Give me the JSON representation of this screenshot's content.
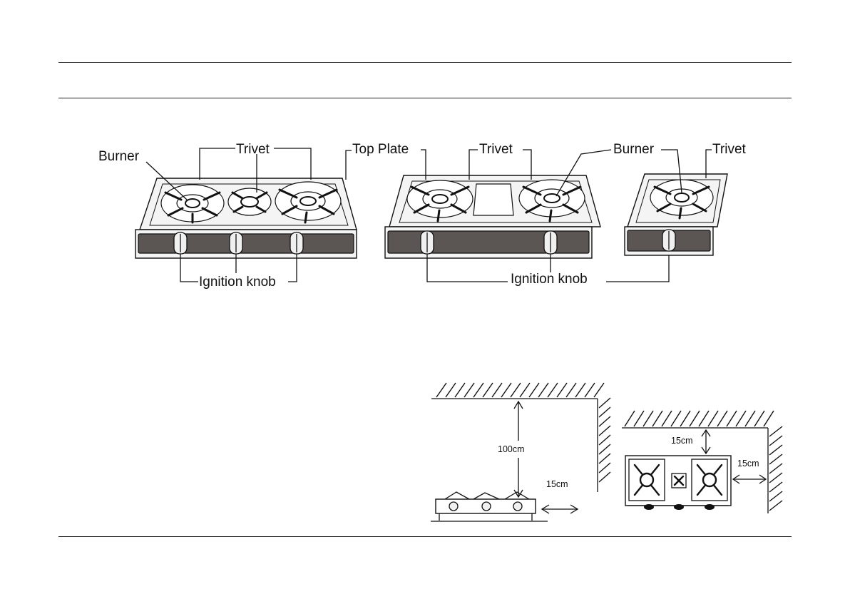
{
  "labels": {
    "burner_left": "Burner",
    "trivet_left": "Trivet",
    "top_plate": "Top Plate",
    "trivet_middle": "Trivet",
    "burner_right": "Burner",
    "trivet_right": "Trivet",
    "ignition_knob_left": "Ignition knob",
    "ignition_knob_right": "Ignition knob"
  },
  "clearance": {
    "ceiling": "100cm",
    "side_front": "15cm",
    "back_top": "15cm",
    "side_top": "15cm"
  }
}
